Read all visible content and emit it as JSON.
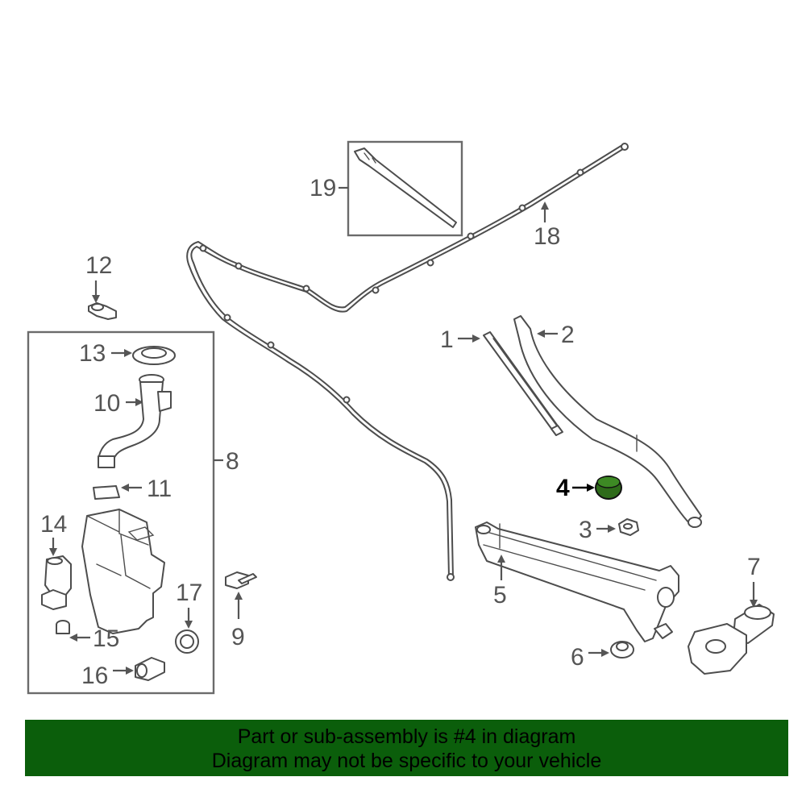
{
  "labels": {
    "l1": "1",
    "l2": "2",
    "l3": "3",
    "l4": "4",
    "l5": "5",
    "l6": "6",
    "l7": "7",
    "l8": "8",
    "l9": "9",
    "l10": "10",
    "l11": "11",
    "l12": "12",
    "l13": "13",
    "l14": "14",
    "l15": "15",
    "l16": "16",
    "l17": "17",
    "l18": "18",
    "l19": "19"
  },
  "highlight": {
    "part_number": "4",
    "color": "#2e6b1a"
  },
  "banner": {
    "line1": "Part or sub-assembly is #4 in diagram",
    "line2": "Diagram may not be specific to your vehicle",
    "background": "#0b5e0b"
  }
}
